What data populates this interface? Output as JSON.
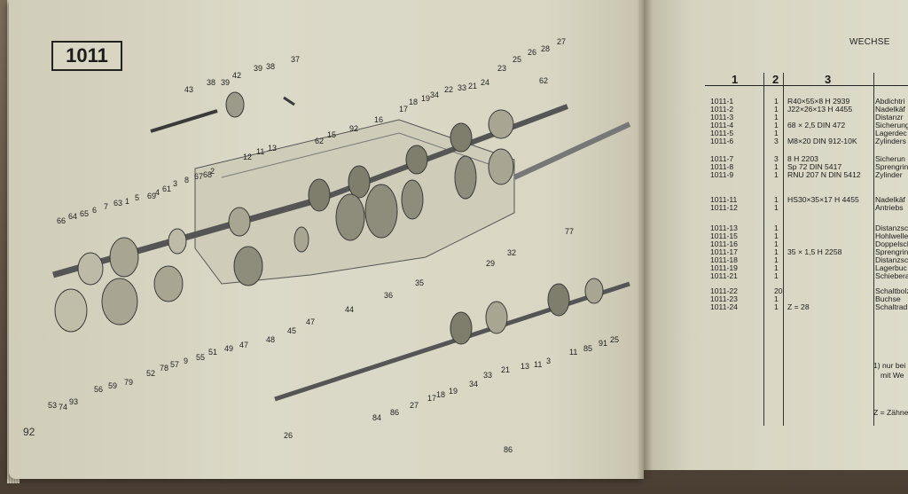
{
  "section_number": "1011",
  "page_number": "92",
  "header_right": "WECHSE",
  "table": {
    "headers": [
      "1",
      "2",
      "3"
    ],
    "rows": [
      {
        "pos": "1011-1",
        "qty": "1",
        "spec": "R40×55×8 H 2939",
        "desc": "Abdichtri"
      },
      {
        "pos": "1011-2",
        "qty": "1",
        "spec": "J22×26×13 H 4455",
        "desc": "Nadelkäf"
      },
      {
        "pos": "1011-3",
        "qty": "1",
        "spec": "",
        "desc": "Distanzr"
      },
      {
        "pos": "1011-4",
        "qty": "1",
        "spec": "68 × 2,5 DIN 472",
        "desc": "Sicherung"
      },
      {
        "pos": "1011-5",
        "qty": "1",
        "spec": "",
        "desc": "Lagerdec"
      },
      {
        "pos": "1011-6",
        "qty": "3",
        "spec": "M8×20 DIN 912-10K",
        "desc": "Zylinders"
      },
      {
        "pos": "1011-7",
        "qty": "3",
        "spec": "8 H 2203",
        "desc": "Sicherun"
      },
      {
        "pos": "1011-8",
        "qty": "1",
        "spec": "Sp 72 DIN 5417",
        "desc": "Sprengrin"
      },
      {
        "pos": "1011-9",
        "qty": "1",
        "spec": "RNU 207 N DIN 5412",
        "desc": "Zylinder"
      },
      {
        "pos": "1011-11",
        "qty": "1",
        "spec": "HS30×35×17 H 4455",
        "desc": "Nadelkäf"
      },
      {
        "pos": "1011-12",
        "qty": "1",
        "spec": "",
        "desc": "Antriebs"
      },
      {
        "pos": "1011-13",
        "qty": "1",
        "spec": "",
        "desc": "Distanzsc"
      },
      {
        "pos": "1011-15",
        "qty": "1",
        "spec": "",
        "desc": "Hohlwelle"
      },
      {
        "pos": "1011-16",
        "qty": "1",
        "spec": "",
        "desc": "Doppelsch"
      },
      {
        "pos": "1011-17",
        "qty": "1",
        "spec": "35 × 1,5 H 2258",
        "desc": "Sprengrin"
      },
      {
        "pos": "1011-18",
        "qty": "1",
        "spec": "",
        "desc": "Distanzsc"
      },
      {
        "pos": "1011-19",
        "qty": "1",
        "spec": "",
        "desc": "Lagerbuc"
      },
      {
        "pos": "1011-21",
        "qty": "1",
        "spec": "",
        "desc": "Schiebera"
      },
      {
        "pos": "1011-22",
        "qty": "20",
        "spec": "",
        "desc": "Schaltbolz"
      },
      {
        "pos": "1011-23",
        "qty": "1",
        "spec": "",
        "desc": "Buchse"
      },
      {
        "pos": "1011-24",
        "qty": "1",
        "spec": "Z = 28",
        "desc": "Schaltrad"
      }
    ],
    "footnote_1": "1) nur bei",
    "footnote_1b": "mit We",
    "footnote_2": "Z = Zähne"
  },
  "callouts": [
    "37",
    "38",
    "39",
    "42",
    "39",
    "38",
    "43",
    "62",
    "15",
    "92",
    "16",
    "17",
    "18",
    "19",
    "34",
    "22",
    "33",
    "21",
    "24",
    "23",
    "25",
    "26",
    "28",
    "27",
    "62",
    "12",
    "11",
    "13",
    "66",
    "64",
    "65",
    "6",
    "7",
    "63",
    "1",
    "5",
    "69",
    "4",
    "61",
    "3",
    "8",
    "67",
    "68",
    "2",
    "77",
    "44",
    "36",
    "35",
    "29",
    "32",
    "45",
    "47",
    "48",
    "53",
    "74",
    "93",
    "56",
    "59",
    "79",
    "52",
    "78",
    "57",
    "9",
    "55",
    "51",
    "49",
    "47",
    "84",
    "86",
    "27",
    "17",
    "18",
    "19",
    "34",
    "33",
    "21",
    "13",
    "11",
    "3",
    "11",
    "85",
    "91",
    "25",
    "26",
    "86"
  ]
}
